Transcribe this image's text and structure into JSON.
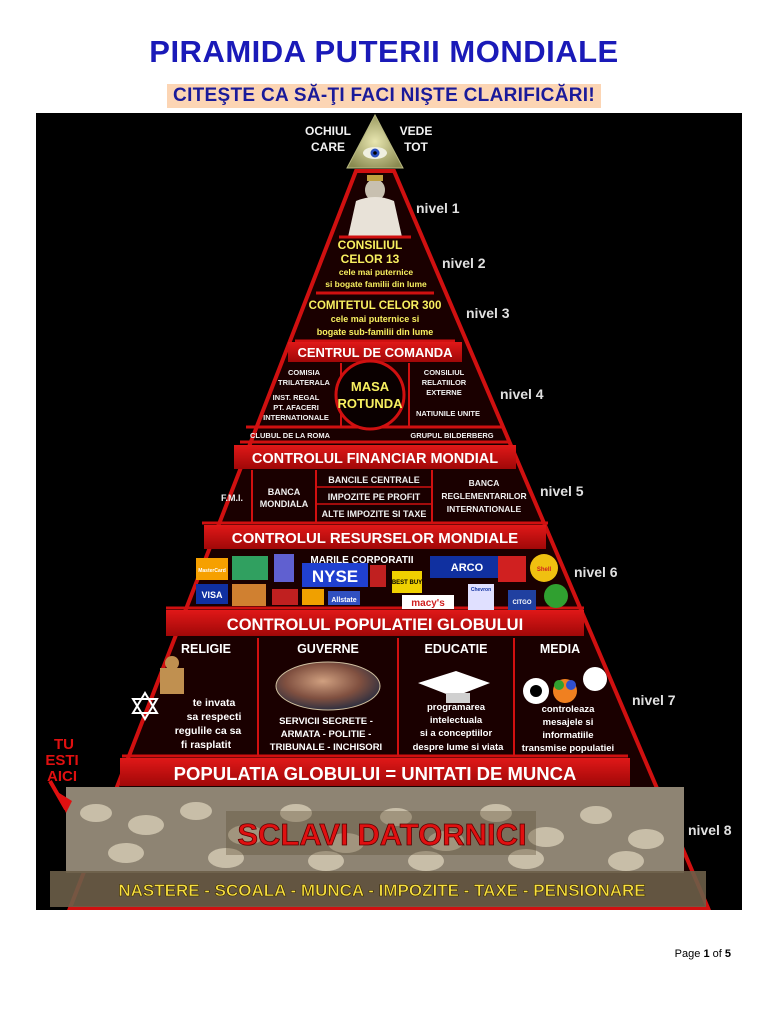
{
  "header": {
    "title": "PIRAMIDA PUTERII MONDIALE",
    "subtitle": "CITEŞTE CA SĂ-ŢI FACI NIŞTE CLARIFICĂRI!"
  },
  "poster": {
    "eye_left": [
      "OCHIUL",
      "CARE"
    ],
    "eye_right": [
      "VEDE",
      "TOT"
    ],
    "levels": [
      "nivel 1",
      "nivel 2",
      "nivel 3",
      "nivel 4",
      "nivel 5",
      "nivel 6",
      "nivel 7",
      "nivel 8"
    ],
    "consiliul": [
      "CONSILIUL",
      "CELOR 13",
      "cele mai puternice",
      "si bogate familii din lume"
    ],
    "comitetul": [
      "COMITETUL CELOR 300",
      "cele mai puternice si",
      "bogate sub-familii din lume"
    ],
    "centrul": "CENTRUL DE COMANDA",
    "comisia": [
      "COMISIA",
      "TRILATERALA"
    ],
    "masa": [
      "MASA",
      "ROTUNDA"
    ],
    "consiliul_relatii": [
      "CONSILIUL",
      "RELATIILOR",
      "EXTERNE"
    ],
    "inst_regal": [
      "INST. REGAL",
      "PT. AFACERI",
      "INTERNATIONALE"
    ],
    "natiunile": "NATIUNILE UNITE",
    "clubul": "CLUBUL DE LA ROMA",
    "bilderberg": "GRUPUL BILDERBERG",
    "financiar": "CONTROLUL FINANCIAR MONDIAL",
    "fmi": "F.M.I.",
    "banca_mondiala": [
      "BANCA",
      "MONDIALA"
    ],
    "bancile": [
      "BANCILE CENTRALE",
      "IMPOZITE PE PROFIT",
      "ALTE IMPOZITE SI TAXE"
    ],
    "banca_reg": [
      "BANCA",
      "REGLEMENTARILOR",
      "INTERNATIONALE"
    ],
    "resurse": "CONTROLUL RESURSELOR MONDIALE",
    "corporatii": "MARILE CORPORATII",
    "logos": [
      "MasterCard",
      "VISA",
      "NYSE",
      "ARCO",
      "Chevron",
      "CITGO",
      "BEST BUY",
      "macy's",
      "Allstate",
      "Shell"
    ],
    "populatie_control": "CONTROLUL POPULATIEI GLOBULUI",
    "religie": "RELIGIE",
    "religie_text": [
      "te invata",
      "sa respecti",
      "regulile ca sa",
      "fi rasplatit"
    ],
    "guverne": "GUVERNE",
    "guverne_text": [
      "SERVICII SECRETE -",
      "ARMATA - POLITIE -",
      "TRIBUNALE - INCHISORI"
    ],
    "educatie": "EDUCATIE",
    "educatie_text": [
      "programarea",
      "intelectuala",
      "si a conceptiilor",
      "despre lume si viata"
    ],
    "media": "MEDIA",
    "media_text": [
      "controleaza",
      "mesajele si",
      "informatiile",
      "transmise populatiei"
    ],
    "tu_esti": [
      "TU",
      "ESTI",
      "AICI"
    ],
    "populatia": "POPULATIA GLOBULUI = UNITATI DE MUNCA",
    "sclavi": "SCLAVI DATORNICI",
    "nastere": "NASTERE - SCOALA - MUNCA - IMPOZITE - TAXE - PENSIONARE"
  },
  "footer": {
    "page_label": "Page",
    "page_num": "1",
    "of_label": "of",
    "total": "5"
  }
}
